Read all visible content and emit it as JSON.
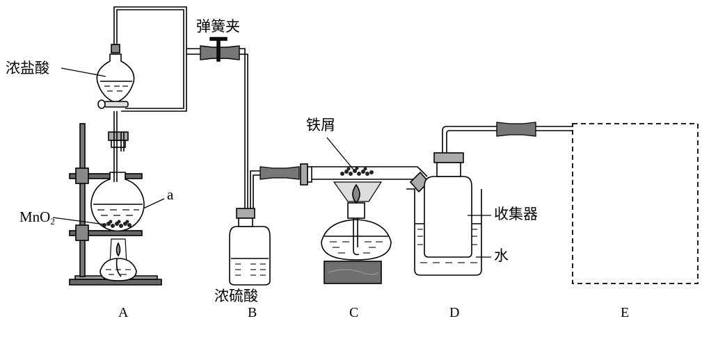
{
  "labels": {
    "conc_hcl": "浓盐酸",
    "mno2": "MnO",
    "mno2_sub": "2",
    "flask_a": "a",
    "clamp": "弹簧夹",
    "conc_h2so4": "浓硫酸",
    "iron_filings": "铁屑",
    "collector": "收集器",
    "water": "水"
  },
  "captions": {
    "A": "A",
    "B": "B",
    "C": "C",
    "D": "D",
    "E": "E"
  },
  "colors": {
    "line": "#000000",
    "gray": "#7a7a7a",
    "dark_gray": "#555555",
    "light_gray": "#c8c8c8",
    "flame": "#bdbdbd",
    "block": "#6f6f6f"
  }
}
